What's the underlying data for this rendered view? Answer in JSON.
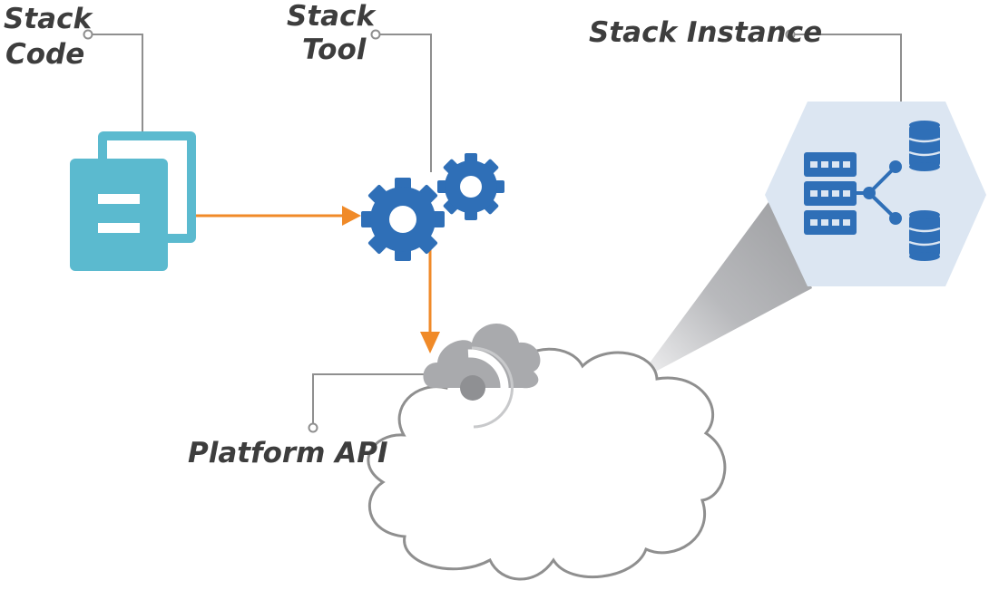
{
  "labels": {
    "stack_code": [
      "Stack",
      "Code"
    ],
    "stack_tool": [
      "Stack",
      "Tool"
    ],
    "stack_instance": "Stack Instance",
    "platform_api": "Platform API"
  },
  "icons": {
    "code": "documents-icon",
    "tool": "gears-icon",
    "api": "cloud-api-icon",
    "cloud": "cloud-outline-icon",
    "instance": "server-database-icon"
  },
  "colors": {
    "document": "#5bbacf",
    "gear": "#2f6fb7",
    "arrow": "#f08a28",
    "connector": "#8f8f8f",
    "cloud_outline": "#8f8f8f",
    "api_cloud": "#a9aaad",
    "hexagon": "#dce6f2",
    "server": "#2f6fb7",
    "label": "#3d3d3d"
  }
}
